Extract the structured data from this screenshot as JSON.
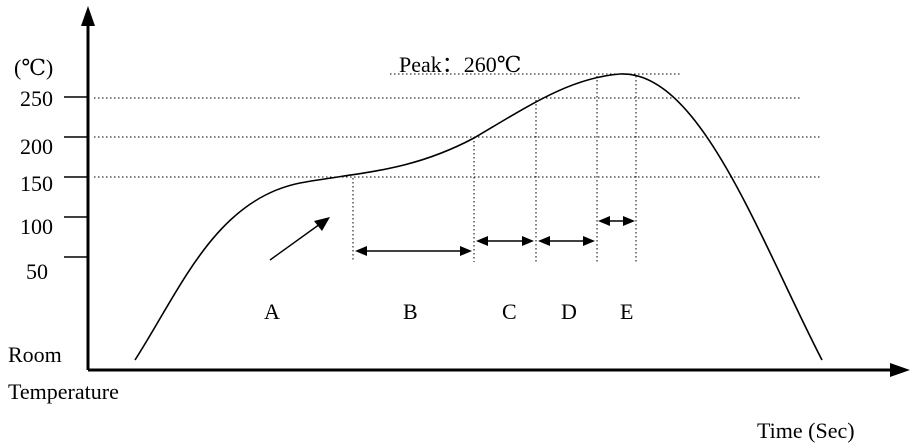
{
  "y_unit": "(℃)",
  "y_ticks": [
    {
      "label": "250",
      "value": 250
    },
    {
      "label": "200",
      "value": 200
    },
    {
      "label": "150",
      "value": 150
    },
    {
      "label": "100",
      "value": 100
    },
    {
      "label": "50",
      "value": 50
    }
  ],
  "room_label": "Room",
  "temperature_label": "Temperature",
  "x_label": "Time (Sec)",
  "peak_label": "Peak：260℃",
  "zones": [
    {
      "label": "A"
    },
    {
      "label": "B"
    },
    {
      "label": "C"
    },
    {
      "label": "D"
    },
    {
      "label": "E"
    }
  ]
}
